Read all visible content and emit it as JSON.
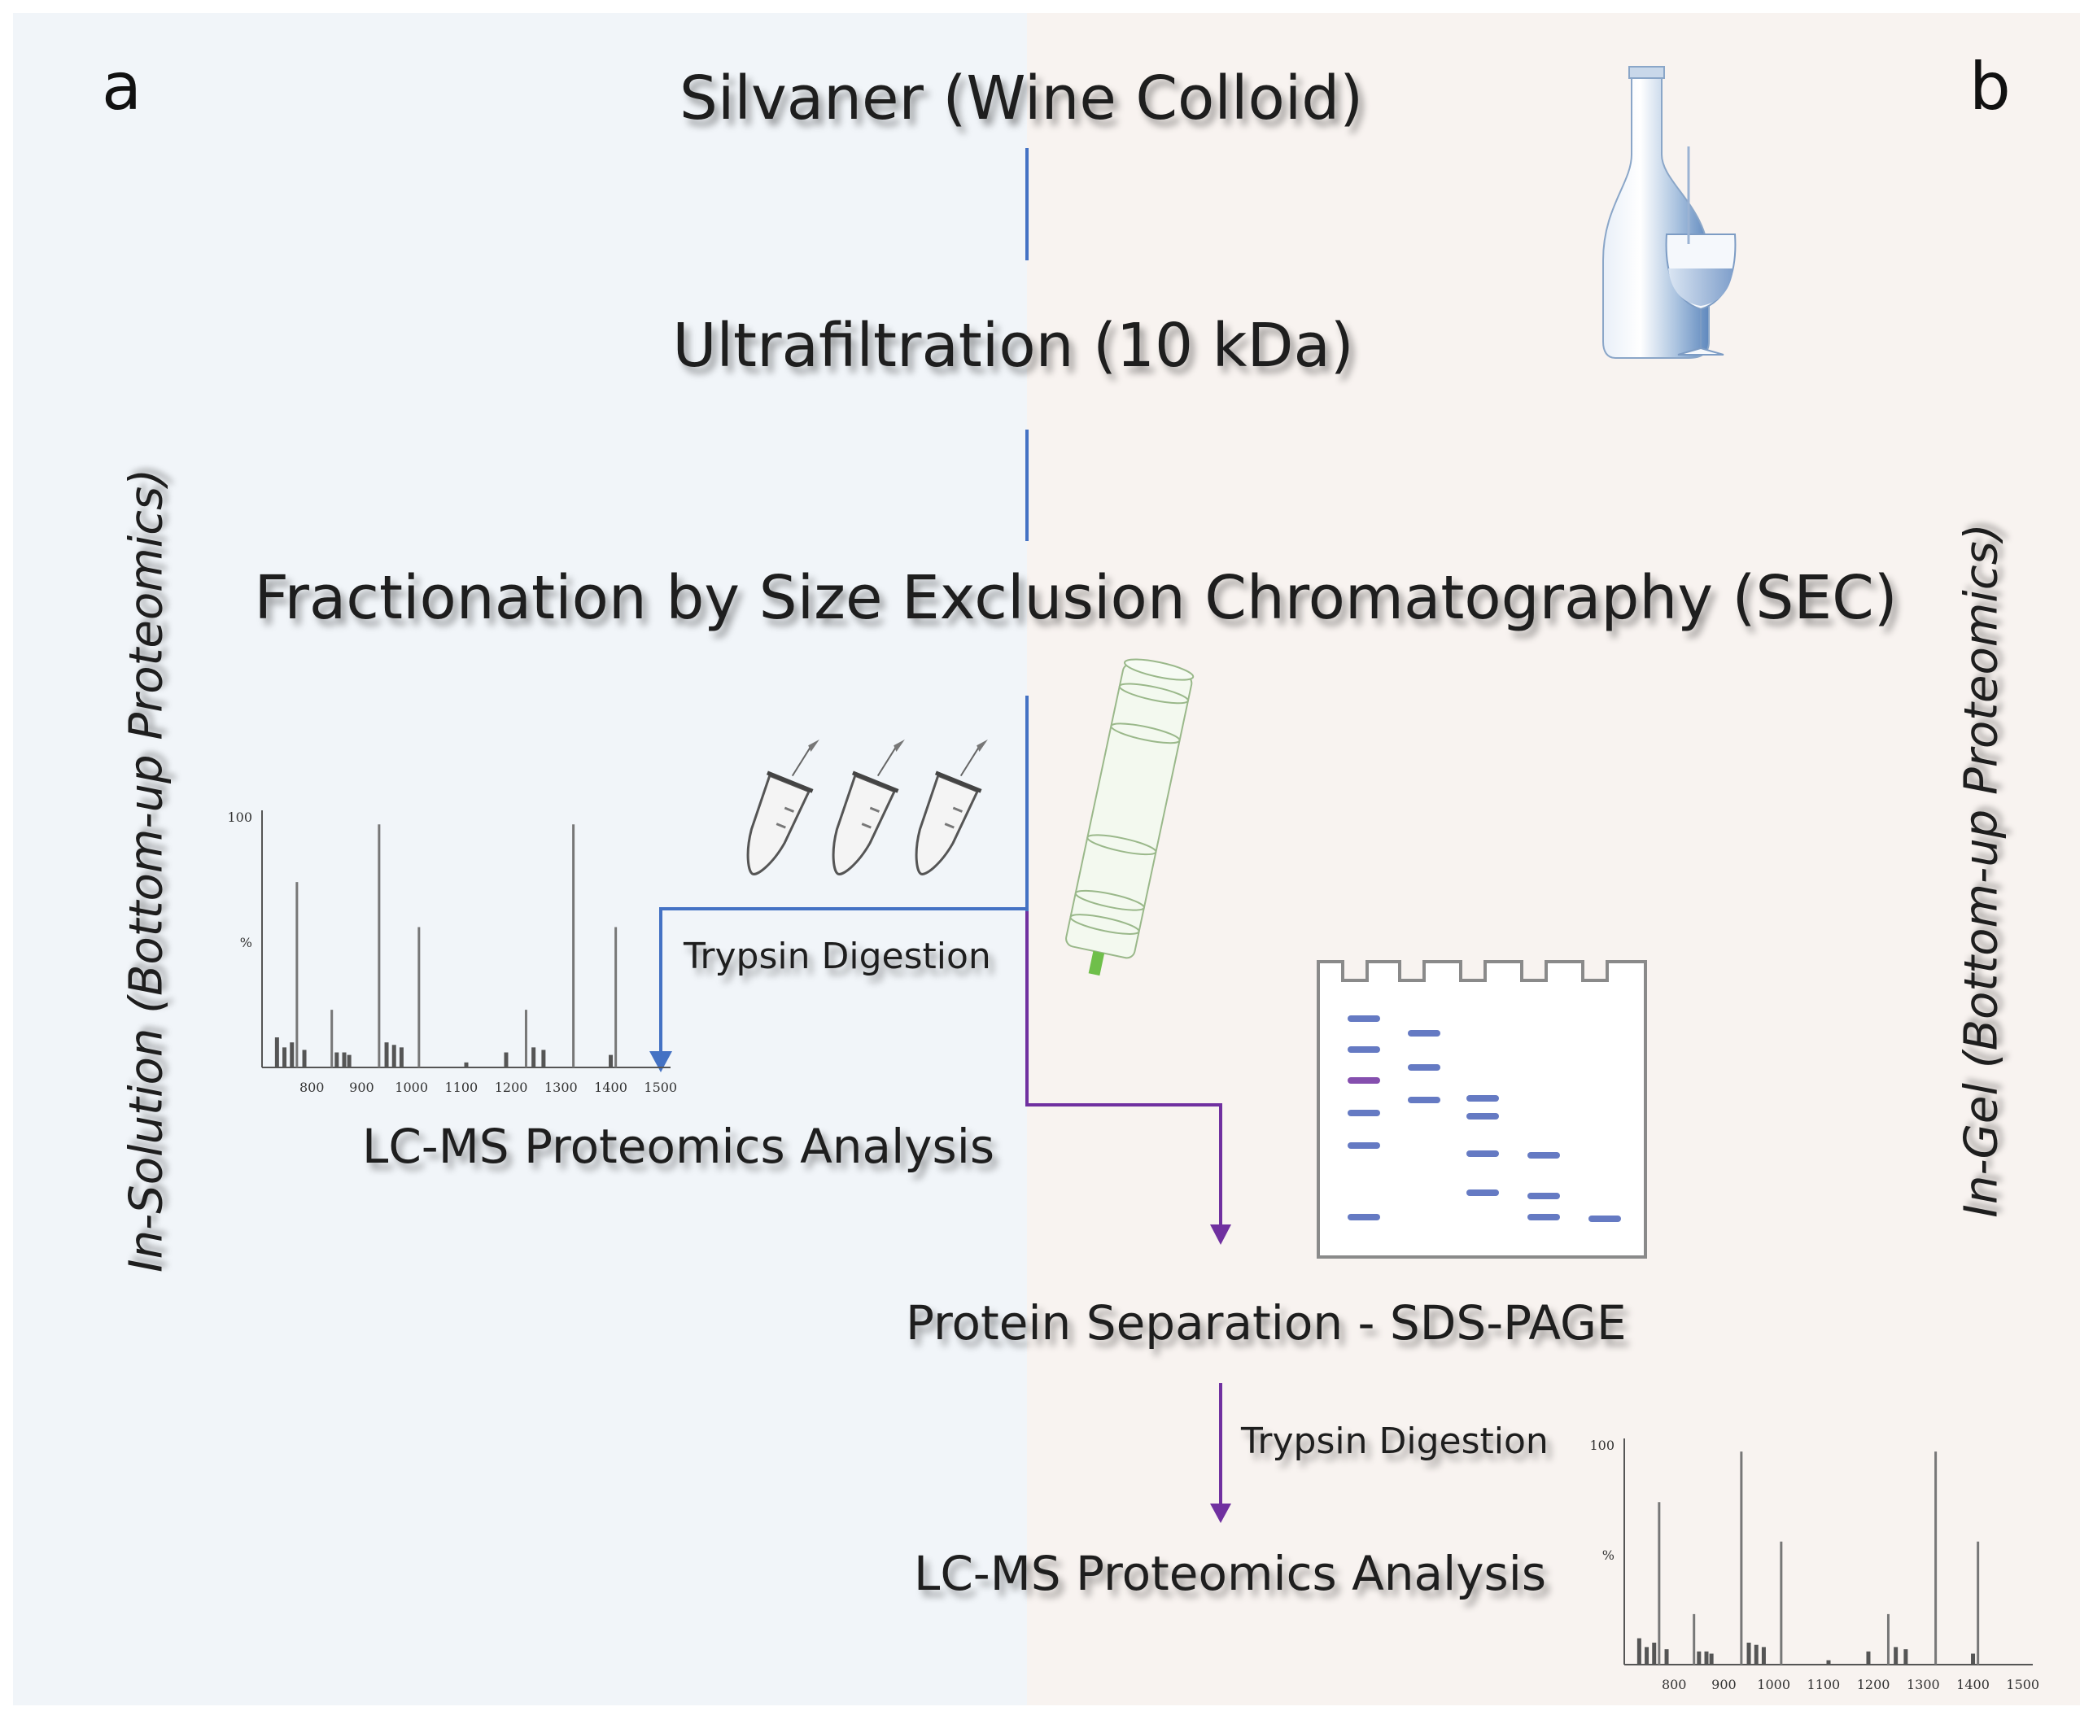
{
  "panels": {
    "a_label": "a",
    "b_label": "b",
    "left_side_label": "In-Solution (Bottom-up Proteomics)",
    "right_side_label": "In-Gel (Bottom-up Proteomics)"
  },
  "steps": {
    "title": "Silvaner (Wine Colloid)",
    "ultrafiltration": "Ultrafiltration (10 kDa)",
    "fractionation": "Fractionation by Size Exclusion Chromatography (SEC)",
    "trypsin_left": "Trypsin Digestion",
    "lcms_left": "LC-MS Proteomics  Analysis",
    "sds_page": "Protein Separation - SDS-PAGE",
    "trypsin_right": "Trypsin Digestion",
    "lcms_right": "LC-MS Proteomics  Analysis"
  },
  "spectrum": {
    "y_top": "100",
    "y_mid": "%",
    "x_ticks": [
      "800",
      "900",
      "1000",
      "1100",
      "1200",
      "1300",
      "1400",
      "1500"
    ],
    "peaks": [
      {
        "mz": 730,
        "h": 12
      },
      {
        "mz": 745,
        "h": 8
      },
      {
        "mz": 760,
        "h": 10
      },
      {
        "mz": 770,
        "h": 74
      },
      {
        "mz": 785,
        "h": 7
      },
      {
        "mz": 840,
        "h": 23
      },
      {
        "mz": 850,
        "h": 6
      },
      {
        "mz": 865,
        "h": 6
      },
      {
        "mz": 875,
        "h": 5
      },
      {
        "mz": 935,
        "h": 97
      },
      {
        "mz": 950,
        "h": 10
      },
      {
        "mz": 965,
        "h": 9
      },
      {
        "mz": 980,
        "h": 8
      },
      {
        "mz": 1015,
        "h": 56
      },
      {
        "mz": 1110,
        "h": 2
      },
      {
        "mz": 1190,
        "h": 6
      },
      {
        "mz": 1230,
        "h": 23
      },
      {
        "mz": 1245,
        "h": 8
      },
      {
        "mz": 1265,
        "h": 7
      },
      {
        "mz": 1325,
        "h": 97
      },
      {
        "mz": 1400,
        "h": 5
      },
      {
        "mz": 1410,
        "h": 56
      }
    ]
  },
  "colors": {
    "left_bg": "#f1f5f9",
    "right_bg": "#f8f3f0",
    "blue_flow": "#4472c4",
    "purple_flow": "#7030a0",
    "gel_band": "#4a63b8",
    "column_green": "#6fbf4a"
  },
  "icons": [
    "wine-bottle-glass-icon",
    "sec-column-icon",
    "sample-tube-icon",
    "sds-page-gel-icon"
  ]
}
